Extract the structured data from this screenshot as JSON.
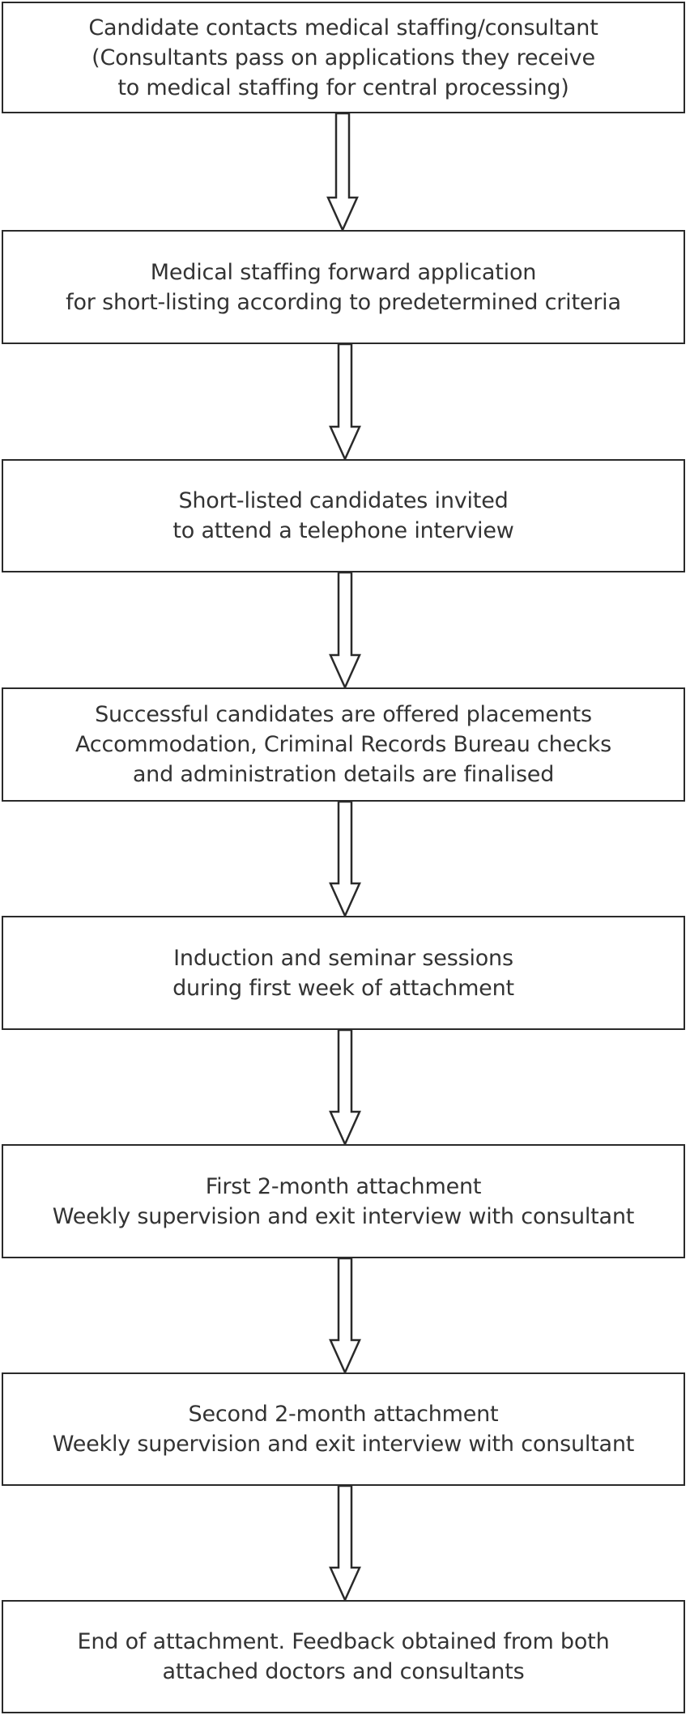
{
  "flowchart": {
    "steps": [
      {
        "lines": [
          "Candidate contacts medical staffing/consultant",
          "(Consultants pass on applications they receive",
          "to medical staffing for central processing)"
        ]
      },
      {
        "lines": [
          "Medical staffing forward application",
          "for short-listing according to predetermined criteria"
        ]
      },
      {
        "lines": [
          "Short-listed candidates invited",
          "to attend a telephone interview"
        ]
      },
      {
        "lines": [
          "Successful candidates are offered placements",
          "Accommodation, Criminal Records Bureau checks",
          "and administration details are finalised"
        ]
      },
      {
        "lines": [
          "Induction and seminar sessions",
          "during first week of attachment"
        ]
      },
      {
        "lines": [
          "First 2-month attachment",
          "Weekly supervision and exit interview with consultant"
        ]
      },
      {
        "lines": [
          "Second 2-month attachment",
          "Weekly supervision and exit interview with consultant"
        ]
      },
      {
        "lines": [
          "End of attachment. Feedback obtained from both",
          "attached doctors and consultants"
        ]
      }
    ]
  }
}
